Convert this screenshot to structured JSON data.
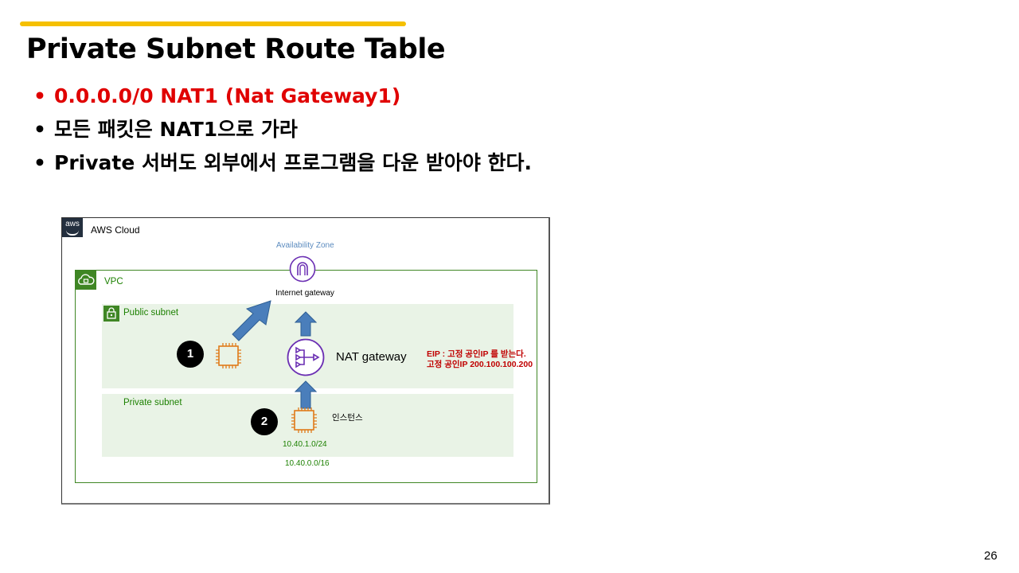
{
  "slide": {
    "title": "Private Subnet Route Table",
    "accent_color": "#f5c000",
    "page_number": "26",
    "bullets": [
      {
        "text": "0.0.0.0/0 NAT1 (Nat Gateway1)",
        "color": "#e00000"
      },
      {
        "text": "모든 패킷은 NAT1으로 가라",
        "color": "#000000"
      },
      {
        "text": "Private 서버도 외부에서 프로그램을 다운 받아야 한다.",
        "color": "#000000"
      }
    ],
    "bullet_glyph": "•"
  },
  "diagram": {
    "aws_logo": "aws",
    "aws_cloud_label": "AWS Cloud",
    "availability_zone_label": "Availability Zone",
    "internet_gateway_label": "Internet gateway",
    "vpc_label": "VPC",
    "public_subnet_label": "Public subnet",
    "private_subnet_label": "Private subnet",
    "nat_gateway_label": "NAT gateway",
    "eip_note_line1": "EIP : 고정 공인IP 를 받는다.",
    "eip_note_line2": "고정 공인IP 200.100.100.200",
    "instance_label": "인스턴스",
    "private_subnet_cidr": "10.40.1.0/24",
    "vpc_cidr": "10.40.0.0/16",
    "badge_1": "1",
    "badge_2": "2",
    "colors": {
      "vpc_green": "#3f8624",
      "subnet_fill": "#e9f3e6",
      "gateway_purple": "#6b2fb3",
      "ec2_orange": "#e07b1a",
      "arrow_blue": "#4a7ebb",
      "note_red": "#c00000"
    }
  }
}
